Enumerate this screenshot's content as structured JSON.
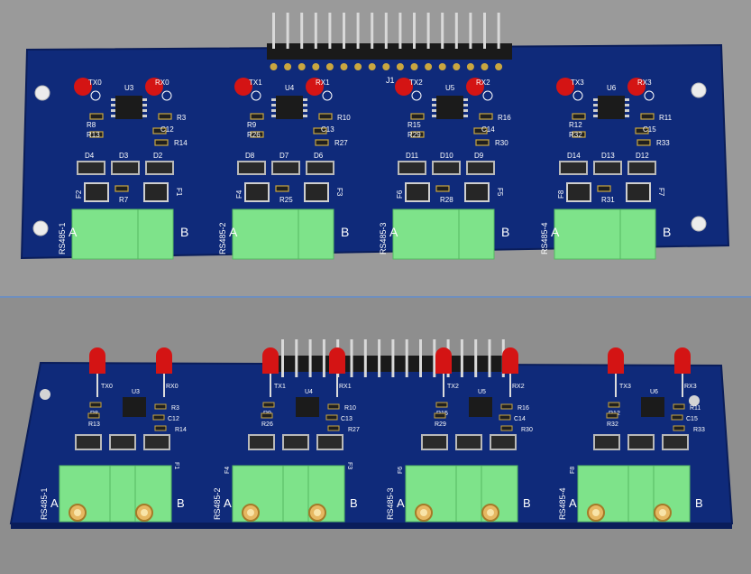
{
  "colors": {
    "background": "#9a9a9a",
    "pcb": "#0f2a7a",
    "pcb_edge": "#0a1d5a",
    "silkscreen": "#ffffff",
    "terminal": "#7ee38a",
    "led": "#d41414",
    "pin": "#c9a640",
    "ic": "#1b1b1b"
  },
  "top_view": {
    "header_label": "J1",
    "channels": [
      {
        "port": "RS485-1",
        "ic": "U3",
        "tx": "TX0",
        "rx": "RX0",
        "resistors": [
          "R8",
          "R13",
          "R3",
          "R14",
          "R7"
        ],
        "caps": [
          "C12"
        ],
        "diodes": [
          "D4",
          "D3",
          "D2"
        ],
        "fuses": [
          "F2",
          "F1"
        ],
        "a": "A",
        "b": "B"
      },
      {
        "port": "RS485-2",
        "ic": "U4",
        "tx": "TX1",
        "rx": "RX1",
        "resistors": [
          "R9",
          "R26",
          "R10",
          "R27",
          "R25"
        ],
        "caps": [
          "C13"
        ],
        "diodes": [
          "D8",
          "D7",
          "D6"
        ],
        "fuses": [
          "F4",
          "F3"
        ],
        "a": "A",
        "b": "B"
      },
      {
        "port": "RS485-3",
        "ic": "U5",
        "tx": "TX2",
        "rx": "RX2",
        "resistors": [
          "R15",
          "R29",
          "R16",
          "R30",
          "R28"
        ],
        "caps": [
          "C14"
        ],
        "diodes": [
          "D11",
          "D10",
          "D9"
        ],
        "fuses": [
          "F6",
          "F5"
        ],
        "a": "A",
        "b": "B"
      },
      {
        "port": "RS485-4",
        "ic": "U6",
        "tx": "TX3",
        "rx": "RX3",
        "resistors": [
          "R12",
          "R32",
          "R11",
          "R33",
          "R31"
        ],
        "caps": [
          "C15"
        ],
        "diodes": [
          "D14",
          "D13",
          "D12"
        ],
        "fuses": [
          "F8",
          "F7"
        ],
        "a": "A",
        "b": "B"
      }
    ]
  },
  "bottom_view": {
    "channels": [
      {
        "port": "RS485-1",
        "ic": "U3",
        "tx": "TX0",
        "rx": "RX0",
        "r_top": "R8",
        "r_mid": "R13",
        "r_right": "R3",
        "r_right2": "R14",
        "cap": "C12",
        "fuse_l": "",
        "fuse_r": "F1",
        "a": "A",
        "b": "B"
      },
      {
        "port": "RS485-2",
        "ic": "U4",
        "tx": "TX1",
        "rx": "RX1",
        "r_top": "R9",
        "r_mid": "R26",
        "r_right": "R10",
        "r_right2": "R27",
        "cap": "C13",
        "fuse_l": "F4",
        "fuse_r": "F3",
        "a": "A",
        "b": "B"
      },
      {
        "port": "RS485-3",
        "ic": "U5",
        "tx": "TX2",
        "rx": "RX2",
        "r_top": "R15",
        "r_mid": "R29",
        "r_right": "R16",
        "r_right2": "R30",
        "cap": "C14",
        "fuse_l": "F6",
        "fuse_r": "",
        "a": "A",
        "b": "B"
      },
      {
        "port": "RS485-4",
        "ic": "U6",
        "tx": "TX3",
        "rx": "RX3",
        "r_top": "R12",
        "r_mid": "R32",
        "r_right": "R11",
        "r_right2": "R33",
        "cap": "C15",
        "fuse_l": "F8",
        "fuse_r": "",
        "a": "A",
        "b": "B"
      }
    ]
  }
}
